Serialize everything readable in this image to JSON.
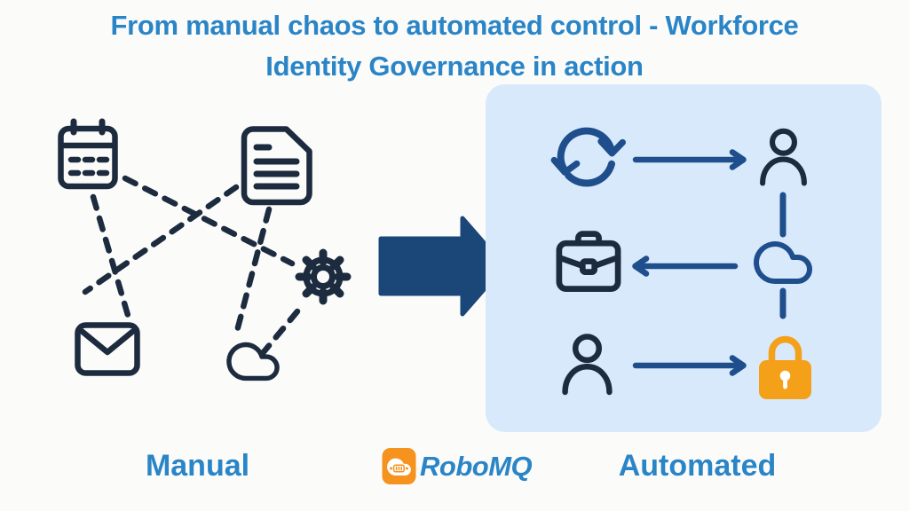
{
  "title": {
    "line1": "From manual chaos to automated control - Workforce",
    "line2": "Identity Governance in action"
  },
  "labels": {
    "manual": "Manual",
    "automated": "Automated"
  },
  "logo": {
    "text": "RoboMQ"
  },
  "manual_section": {
    "icons": [
      "calendar",
      "document",
      "gear",
      "envelope",
      "cloud"
    ],
    "connections": [
      "calendar-to-envelope",
      "calendar-to-gear",
      "document-to-envelope",
      "document-to-cloud",
      "gear-to-cloud"
    ],
    "line_style": "dashed"
  },
  "automated_section": {
    "rows": [
      {
        "from": "sync",
        "arrow": "right",
        "to": "user"
      },
      {
        "from": "cloud",
        "arrow": "left",
        "to": "briefcase"
      },
      {
        "from": "user",
        "arrow": "right",
        "to": "lock"
      }
    ],
    "vertical_chain": [
      "user",
      "cloud",
      "lock"
    ],
    "line_style": "solid"
  },
  "colors": {
    "title_blue": "#2A85C7",
    "dark_navy": "#1D2B3F",
    "flow_blue": "#1E4E8C",
    "arrow_navy": "#1A4678",
    "panel_bg": "#D8E9FB",
    "page_bg": "#FBFBFA",
    "lock_orange": "#F5A019",
    "logo_orange": "#F6921E",
    "white": "#FFFFFF"
  }
}
